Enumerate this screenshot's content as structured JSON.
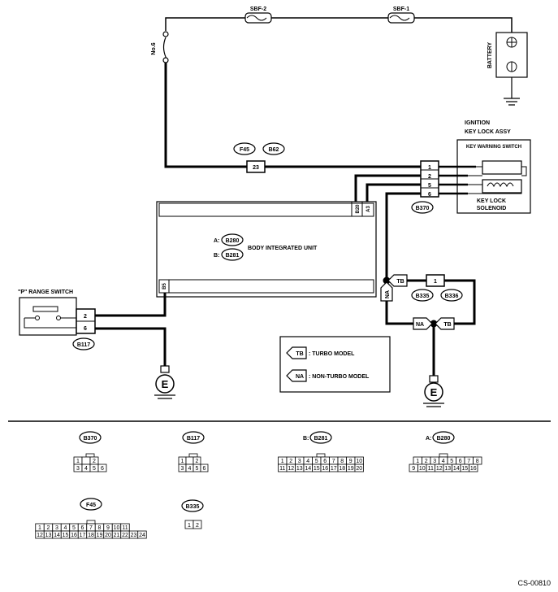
{
  "diagram": {
    "title": "",
    "fuse_sbf2": "SBF-2",
    "fuse_sbf1": "SBF-1",
    "fuse_no6": "No.6",
    "battery": "BATTERY",
    "ignition_title_1": "IGNITION",
    "ignition_title_2": "KEY LOCK ASSY",
    "key_warning_switch": "KEY WARNING SWITCH",
    "key_lock_solenoid_1": "KEY LOCK",
    "key_lock_solenoid_2": "SOLENOID",
    "conn_f45": "F45",
    "conn_b62": "B62",
    "pin_23": "23",
    "conn_b370": "B370",
    "ign_pins": [
      "1",
      "2",
      "5",
      "6"
    ],
    "bcm_pin_b20": "B20",
    "bcm_pin_a3": "A3",
    "bcm_pin_b5": "B5",
    "bcm_a_prefix": "A:",
    "bcm_b_prefix": "B:",
    "bcm_a_conn": "B280",
    "bcm_b_conn": "B281",
    "bcm_name": "BODY INTEGRATED UNIT",
    "p_range_switch": "\"P\" RANGE SWITCH",
    "p_pin_2": "2",
    "p_pin_6": "6",
    "conn_b117": "B117",
    "ground": "E",
    "tb": "TB",
    "na": "NA",
    "pin_1": "1",
    "conn_b335": "B335",
    "conn_b336": "B336",
    "legend_tb": ": TURBO MODEL",
    "legend_na": ": NON-TURBO MODEL"
  },
  "connectors": {
    "b370": {
      "label": "B370",
      "top": [
        "1",
        "",
        "2"
      ],
      "bottom": [
        "3",
        "4",
        "5",
        "6"
      ]
    },
    "b117": {
      "label": "B117",
      "top": [
        "1",
        "",
        "2"
      ],
      "bottom": [
        "3",
        "4",
        "5",
        "6"
      ]
    },
    "b281": {
      "prefix": "B:",
      "label": "B281",
      "top": [
        "1",
        "2",
        "3",
        "4",
        "5",
        "6",
        "7",
        "8",
        "9",
        "10"
      ],
      "bottom": [
        "11",
        "12",
        "13",
        "14",
        "15",
        "16",
        "17",
        "18",
        "19",
        "20"
      ]
    },
    "b280": {
      "prefix": "A:",
      "label": "B280",
      "top": [
        "1",
        "2",
        "3",
        "4",
        "5",
        "6",
        "7",
        "8"
      ],
      "bottom": [
        "9",
        "10",
        "11",
        "12",
        "13",
        "14",
        "15",
        "16"
      ]
    },
    "f45": {
      "label": "F45",
      "top": [
        "1",
        "2",
        "3",
        "4",
        "5",
        "6",
        "7",
        "8",
        "9",
        "10",
        "11"
      ],
      "bottom": [
        "12",
        "13",
        "14",
        "15",
        "16",
        "17",
        "18",
        "19",
        "20",
        "21",
        "22",
        "23",
        "24"
      ]
    },
    "b335": {
      "label": "B335",
      "pins": [
        "1",
        "2"
      ]
    }
  },
  "footer_code": "CS-00810"
}
